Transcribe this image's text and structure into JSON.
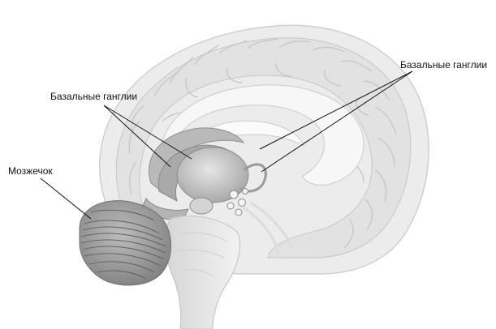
{
  "labels": {
    "basal_ganglia_left": "Базальные ганглии",
    "basal_ganglia_right": "Базальные ганглии",
    "cerebellum": "Мозжечок"
  },
  "colors": {
    "background": "#ffffff",
    "brain_fill": "#e9e9e9",
    "cortex_fold_stroke": "#c4c4c4",
    "white_matter": "#f5f5f5",
    "deep_structures": "#bdbdbd",
    "thalamus": "#cfcfcf",
    "cerebellum": "#9b9b9b",
    "leader_line": "#111111",
    "label_text": "#111111"
  }
}
